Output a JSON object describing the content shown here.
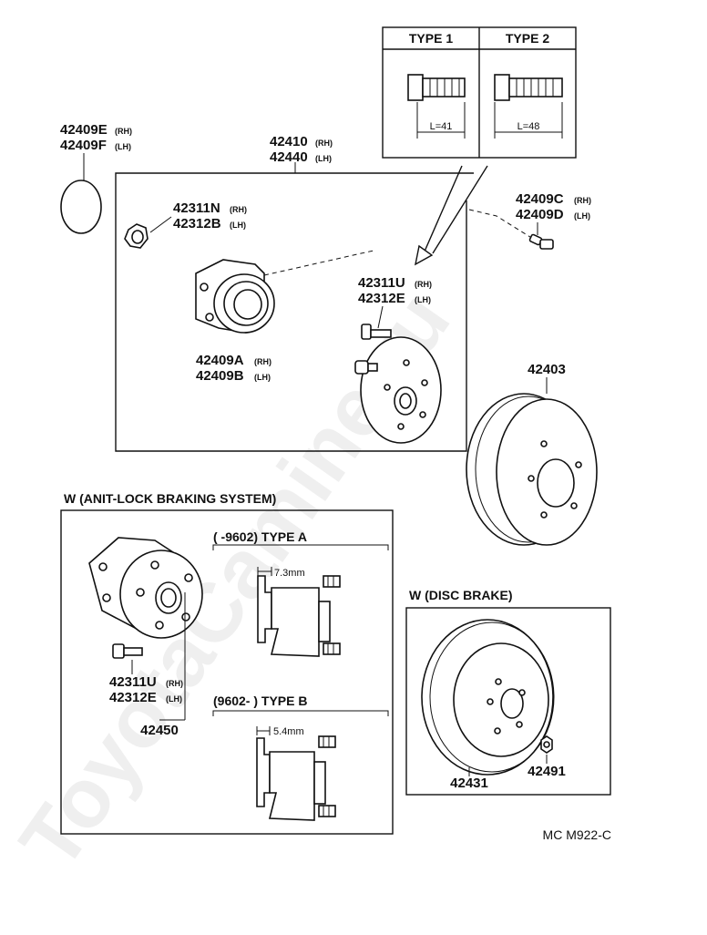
{
  "watermark": "ToyotaCamine.ru",
  "stud_types": {
    "type1": {
      "header": "TYPE 1",
      "length": "L=41"
    },
    "type2": {
      "header": "TYPE 2",
      "length": "L=48"
    }
  },
  "parts": {
    "oring": {
      "code_a": "42409E",
      "tag_a": "(RH)",
      "code_b": "42409F",
      "tag_b": "(LH)"
    },
    "hub_assy": {
      "code_a": "42410",
      "tag_a": "(RH)",
      "code_b": "42440",
      "tag_b": "(LH)"
    },
    "nut": {
      "code_a": "42311N",
      "tag_a": "(RH)",
      "code_b": "42312B",
      "tag_b": "(LH)"
    },
    "bolt_top": {
      "code_a": "42409C",
      "tag_a": "(RH)",
      "code_b": "42409D",
      "tag_b": "(LH)"
    },
    "hub_stud": {
      "code_a": "42311U",
      "tag_a": "(RH)",
      "code_b": "42312E",
      "tag_b": "(LH)"
    },
    "bearing": {
      "code_a": "42409A",
      "tag_a": "(RH)",
      "code_b": "42409B",
      "tag_b": "(LH)"
    },
    "drum": {
      "code": "42403"
    },
    "abs_stud": {
      "code_a": "42311U",
      "tag_a": "(RH)",
      "code_b": "42312E",
      "tag_b": "(LH)"
    },
    "abs_hub": {
      "code": "42450"
    },
    "disc": {
      "code": "42431"
    },
    "disc_nut": {
      "code": "42491"
    }
  },
  "sections": {
    "abs": "W (ANIT-LOCK BRAKING SYSTEM)",
    "type_a": "(       -9602) TYPE A",
    "type_a_dim": "7.3mm",
    "type_b": "(9602-       ) TYPE B",
    "type_b_dim": "5.4mm",
    "disc_brake": "W (DISC BRAKE)"
  },
  "figure_code": "MC M922-C"
}
